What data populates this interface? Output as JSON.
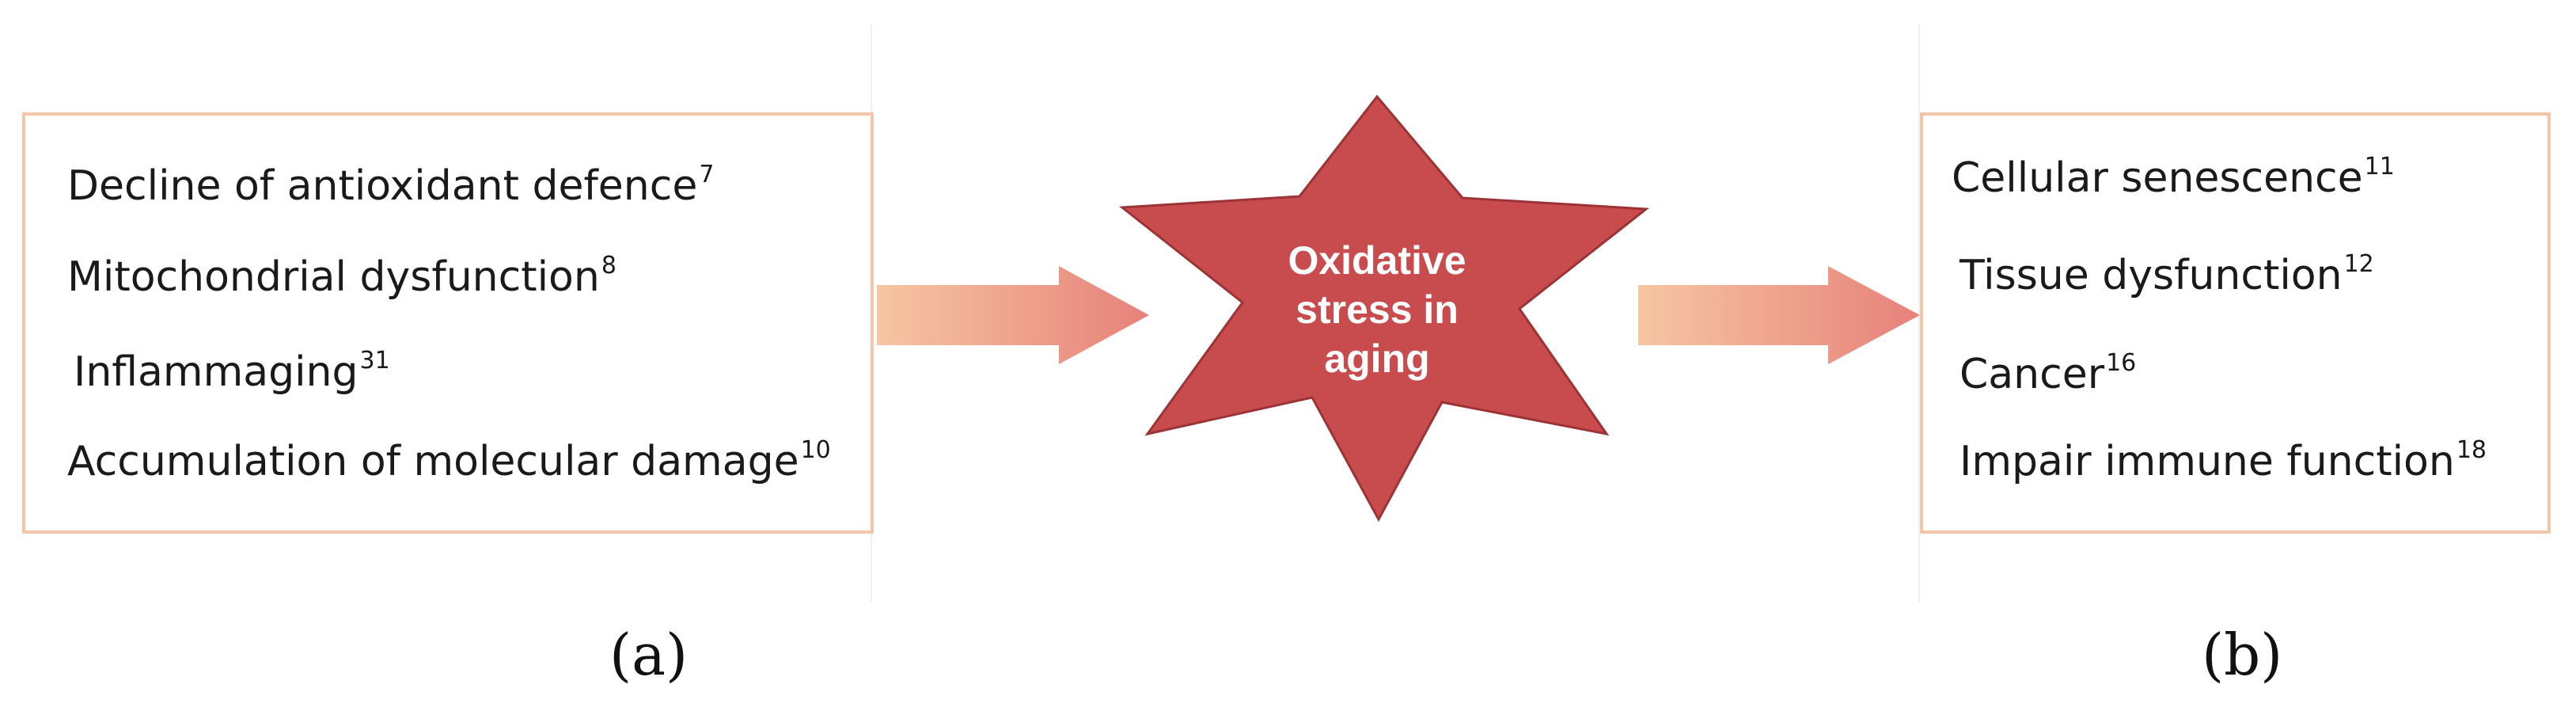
{
  "panel_a": {
    "items": [
      {
        "text": "Decline of antioxidant defence",
        "ref": "7"
      },
      {
        "text": "Mitochondrial dysfunction",
        "ref": "8"
      },
      {
        "text": "Inflammaging",
        "ref": "31"
      },
      {
        "text": "Accumulation of molecular damage",
        "ref": "10"
      }
    ],
    "label": "(a)"
  },
  "center": {
    "lines": [
      "Oxidative",
      "stress in",
      "aging"
    ]
  },
  "panel_b": {
    "items": [
      {
        "text": "Cellular senescence",
        "ref": "11"
      },
      {
        "text": "Tissue dysfunction",
        "ref": "12"
      },
      {
        "text": "Cancer",
        "ref": "16"
      },
      {
        "text": "Impair immune function",
        "ref": "18"
      }
    ],
    "label": "(b)"
  },
  "colors": {
    "box_border": "#f4c5a6",
    "arrow_start": "#f6c6a3",
    "arrow_end": "#e7817a",
    "star_fill": "#c84c4e",
    "star_stroke": "#9c3336",
    "star_text": "#ffffff"
  },
  "icons": {
    "arrow": "arrow-right-icon",
    "star": "burst-star-icon"
  }
}
